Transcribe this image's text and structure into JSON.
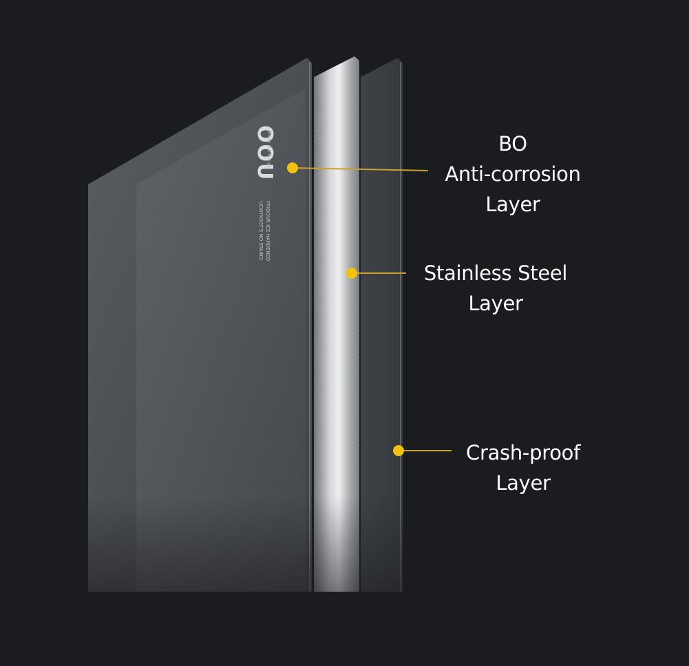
{
  "colors": {
    "background": "#1b1c20",
    "accent_dot": "#f2c20c",
    "leader_line": "#c9a227",
    "label_text": "#ffffff"
  },
  "brand": {
    "logo": "OOU",
    "logo_tagline": "Simple Life Design",
    "print_line_1": "FRIDOUR ICE HARDENED",
    "print_line_2": "UCW!NSGT'S NO STAIND"
  },
  "layers": [
    {
      "id": "bo",
      "lines": [
        "BO",
        "Anti-corrosion",
        "Layer"
      ]
    },
    {
      "id": "steel",
      "lines": [
        "Stainless Steel",
        "Layer"
      ]
    },
    {
      "id": "crash",
      "lines": [
        "Crash-proof",
        "Layer"
      ]
    }
  ]
}
